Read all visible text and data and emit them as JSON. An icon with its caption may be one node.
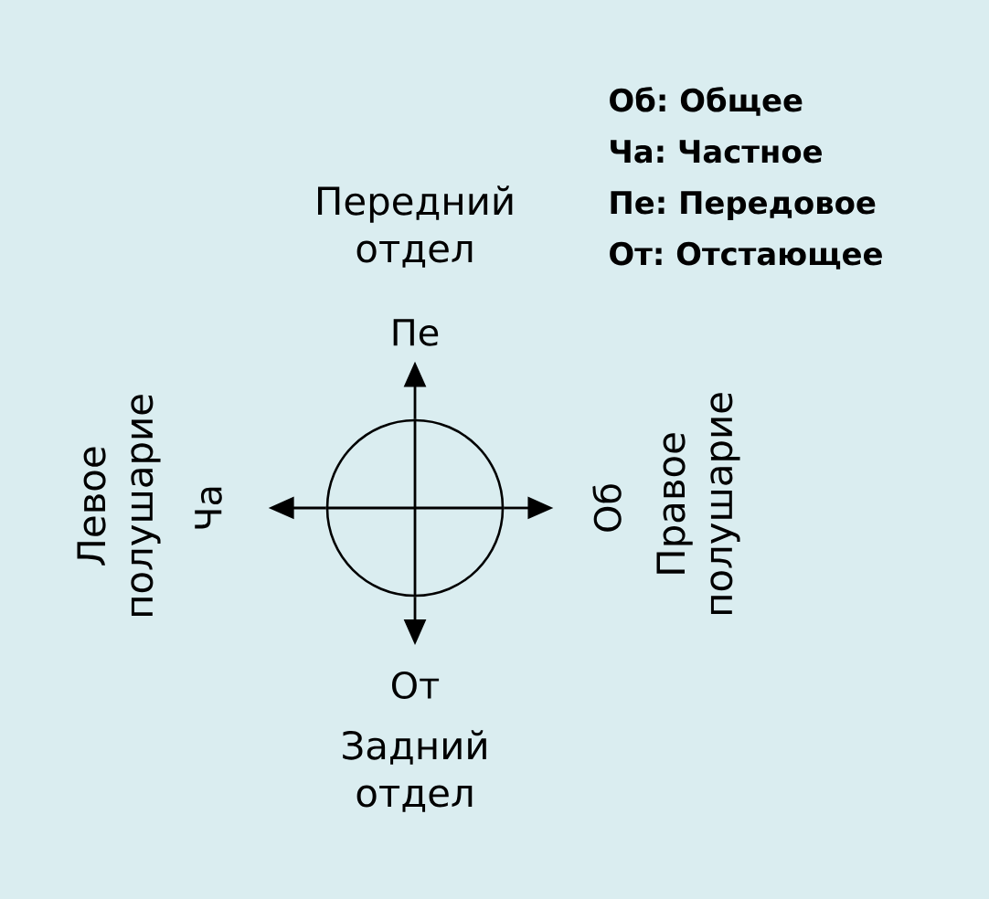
{
  "diagram": {
    "nodes": [
      {
        "text": [
          "Пе"
        ]
      },
      {
        "text": [
          "Ча"
        ]
      },
      {
        "text": [],
        "shape": "circle"
      },
      {
        "text": [
          "Об"
        ]
      },
      {
        "text": [
          "От"
        ]
      }
    ],
    "edges": [
      {
        "from": 2,
        "to": 0,
        "arrow": "to"
      },
      {
        "from": 2,
        "to": 1,
        "arrow": "to"
      },
      {
        "from": 2,
        "to": 3,
        "arrow": "to"
      },
      {
        "from": 2,
        "to": 4,
        "arrow": "to"
      }
    ],
    "labels": [
      "Об: Общее",
      "Ча: Частное",
      "Пе: Передовое",
      "От: Отстающее",
      "Передний отдел",
      "Левое полушарие",
      "Правое полушарие",
      "Задний отдел"
    ]
  }
}
